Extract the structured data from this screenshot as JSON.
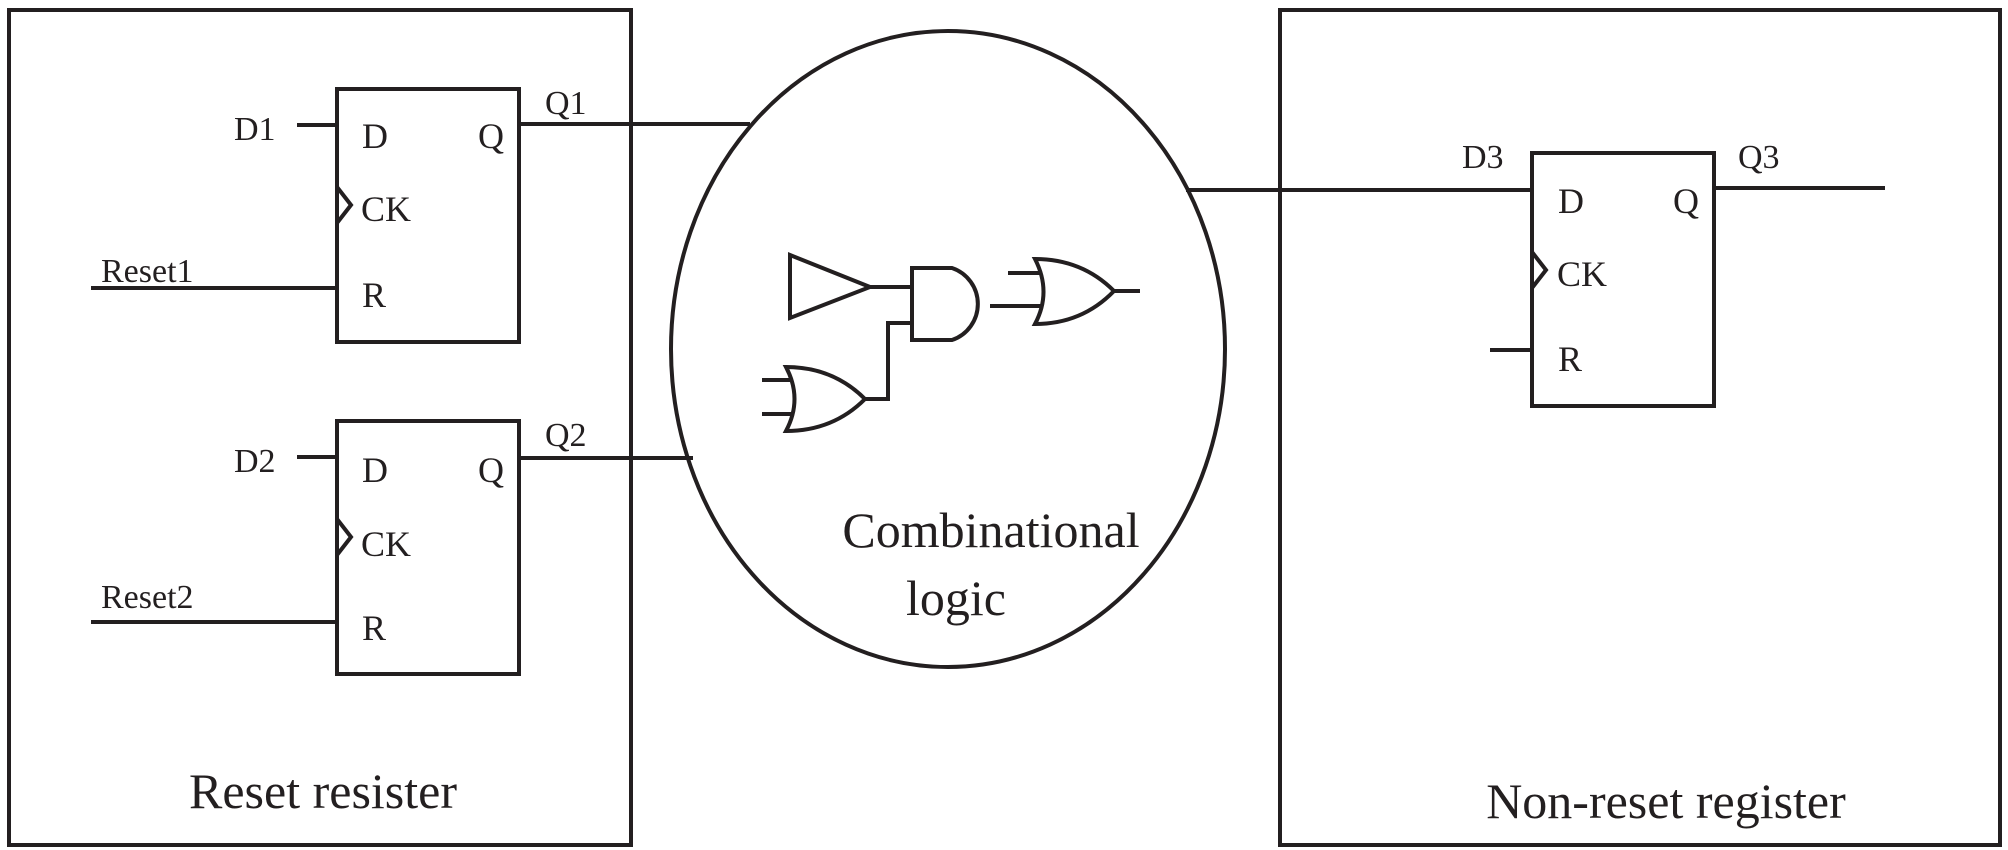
{
  "colors": {
    "line": "#231f20",
    "background": "#ffffff"
  },
  "panels": {
    "left_caption": "Reset resister",
    "right_caption": "Non-reset register"
  },
  "flipflops": {
    "ff1": {
      "pin_d": "D",
      "pin_q": "Q",
      "pin_ck": "CK",
      "pin_r": "R",
      "input": "D1",
      "output": "Q1",
      "reset": "Reset1"
    },
    "ff2": {
      "pin_d": "D",
      "pin_q": "Q",
      "pin_ck": "CK",
      "pin_r": "R",
      "input": "D2",
      "output": "Q2",
      "reset": "Reset2"
    },
    "ff3": {
      "pin_d": "D",
      "pin_q": "Q",
      "pin_ck": "CK",
      "pin_r": "R",
      "input": "D3",
      "output": "Q3"
    }
  },
  "logic": {
    "label_line1": "Combinational",
    "label_line2": "logic"
  },
  "gate_icons": [
    "buffer-gate-icon",
    "and-gate-icon",
    "or-gate-icon",
    "or-gate-icon"
  ]
}
